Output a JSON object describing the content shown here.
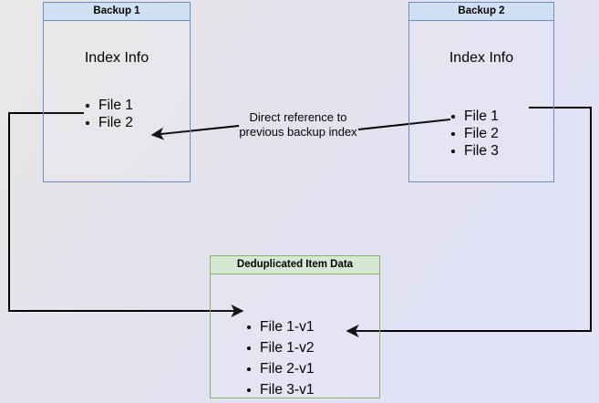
{
  "diagram": {
    "title_hidden": "",
    "background": {
      "from": "#e9e7e6",
      "to": "#e2e2f8"
    },
    "colors": {
      "blue_border": "#6c8ebf",
      "blue_fill": "#cfe0f3",
      "green_border": "#82b366",
      "green_fill": "#d5e8d4",
      "edge": "#000000"
    },
    "nodes": {
      "backup1": {
        "header": "Backup 1",
        "index_label": "Index Info",
        "files": [
          "File 1",
          "File 2"
        ]
      },
      "backup2": {
        "header": "Backup 2",
        "index_label": "Index Info",
        "files": [
          "File 1",
          "File 2",
          "File 3"
        ]
      },
      "dedup": {
        "header": "Deduplicated Item Data",
        "files": [
          "File 1-v1",
          "File 1-v2",
          "File 2-v1",
          "File 3-v1"
        ]
      }
    },
    "edges": {
      "direct_reference": {
        "label_line1": "Direct reference to",
        "label_line2": "previous backup index"
      }
    }
  }
}
